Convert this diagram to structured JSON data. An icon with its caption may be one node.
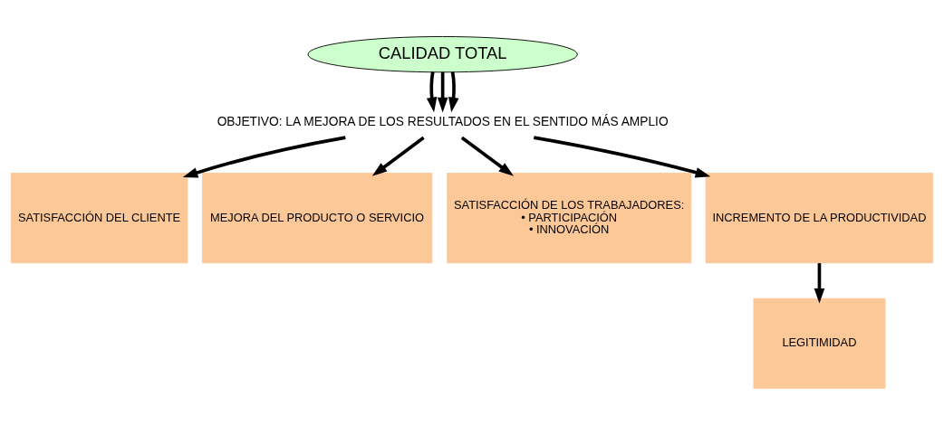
{
  "diagram": {
    "nodes": [
      {
        "text": [
          "CALIDAD TOTAL"
        ]
      },
      {
        "text": [
          "OBJETIVO: LA MEJORA DE LOS RESULTADOS EN EL SENTIDO MÁS AMPLIO"
        ]
      },
      {
        "text": [
          "SATISFACCIÓN DEL CLIENTE"
        ]
      },
      {
        "text": [
          "MEJORA DEL PRODUCTO O SERVICIO"
        ]
      },
      {
        "text": [
          "SATISFACCIÓN DE LOS TRABAJADORES:",
          "• PARTICIPACIÓN",
          "• INNOVACIÓN"
        ]
      },
      {
        "text": [
          "INCREMENTO DE LA PRODUCTIVIDAD"
        ]
      },
      {
        "text": [
          "LEGITIMIDAD"
        ]
      }
    ],
    "edges": [
      {
        "from": 0,
        "to": 1,
        "arrow": "to"
      },
      {
        "from": 0,
        "to": 1,
        "arrow": "to"
      },
      {
        "from": 0,
        "to": 1,
        "arrow": "to"
      },
      {
        "from": 1,
        "to": 2,
        "arrow": "to"
      },
      {
        "from": 1,
        "to": 3,
        "arrow": "to"
      },
      {
        "from": 1,
        "to": 4,
        "arrow": "to"
      },
      {
        "from": 1,
        "to": 5,
        "arrow": "to"
      },
      {
        "from": 5,
        "to": 6,
        "arrow": "to"
      }
    ]
  }
}
